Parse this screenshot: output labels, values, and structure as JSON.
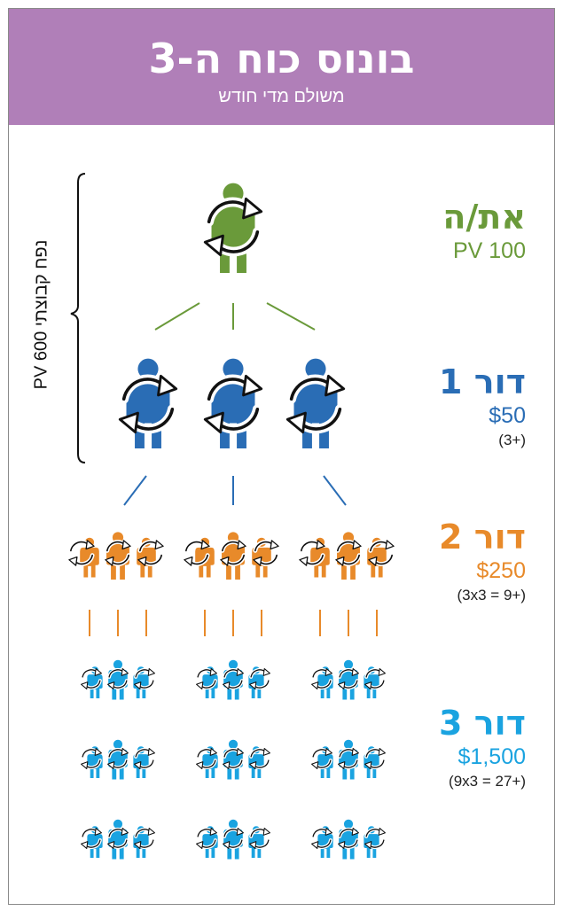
{
  "header": {
    "title": "בונוס כוח ה-3",
    "subtitle": "משולם מדי חודש"
  },
  "side": {
    "group_volume": "PV 600  נפח קבוצתי"
  },
  "levels": {
    "you": {
      "name": "את/ה",
      "amount": "PV 100",
      "note": ""
    },
    "gen1": {
      "name": "דור 1",
      "amount": "$50",
      "note": "(3+)"
    },
    "gen2": {
      "name": "דור 2",
      "amount": "$250",
      "note": "(3x3 = 9+)"
    },
    "gen3": {
      "name": "דור 3",
      "amount": "$1,500",
      "note": "(9x3 = 27+)"
    }
  },
  "colors": {
    "header_bg": "#b07fb8",
    "you": "#6a9a3a",
    "gen1": "#2a6db5",
    "gen2": "#e88a2a",
    "gen3": "#1aa3e0"
  },
  "icons": {
    "person": "person-icon",
    "cycle": "circular-arrows-icon"
  }
}
